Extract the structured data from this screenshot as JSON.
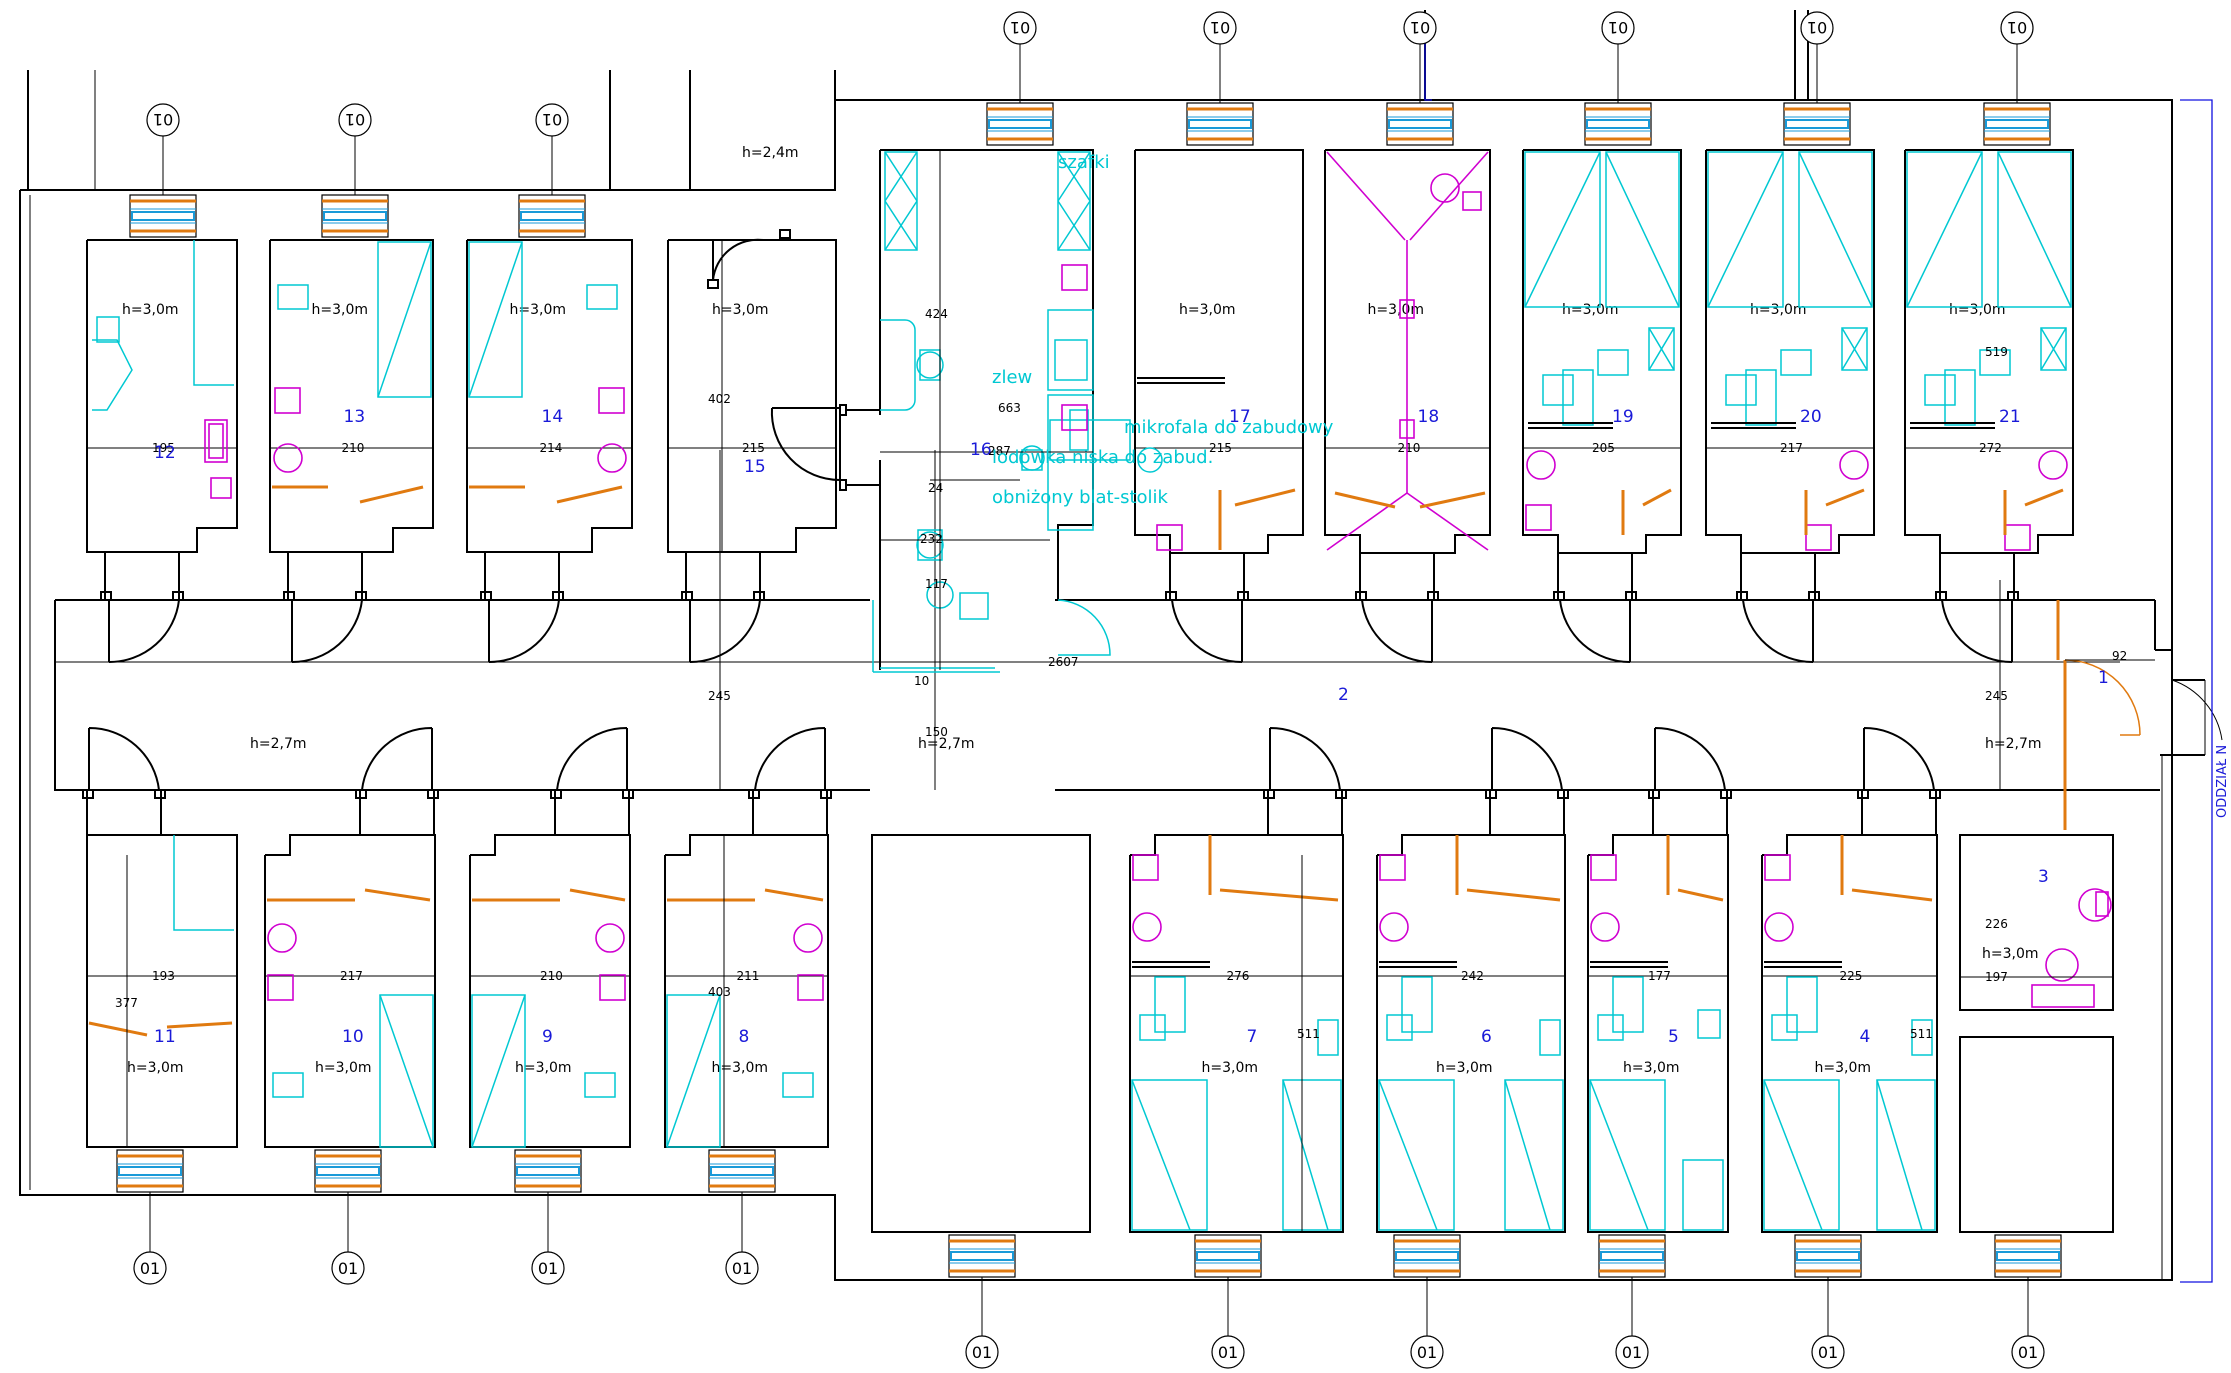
{
  "labels": {
    "window_tag": "01",
    "corridor_height": "h=2,7m",
    "room_height": "h=3,0m",
    "top_height": "h=2,4m",
    "corridor_number": "2",
    "department": "ODDZIAŁ N"
  },
  "kitchen_notes": [
    "szafki",
    "zlew",
    "mikrofala do zabudowy",
    "lodówka niska do zabud.",
    "obniżony blat-stolik"
  ],
  "top_rooms": [
    {
      "num": "12",
      "dim": "195"
    },
    {
      "num": "13",
      "dim": "210"
    },
    {
      "num": "14",
      "dim": "214"
    },
    {
      "num": "15",
      "dim": "215"
    },
    {
      "num": "16",
      "dim": "287"
    },
    {
      "num": "17",
      "dim": "215"
    },
    {
      "num": "18",
      "dim": "210"
    },
    {
      "num": "19",
      "dim": "205"
    },
    {
      "num": "20",
      "dim": "217"
    },
    {
      "num": "21",
      "dim": "272"
    }
  ],
  "bottom_rooms": [
    {
      "num": "11",
      "dim": "193"
    },
    {
      "num": "10",
      "dim": "217"
    },
    {
      "num": "9",
      "dim": "210"
    },
    {
      "num": "8",
      "dim": "211"
    },
    {
      "num": "7",
      "dim": "276"
    },
    {
      "num": "6",
      "dim": "242"
    },
    {
      "num": "5",
      "dim": "177"
    },
    {
      "num": "4",
      "dim": "225"
    },
    {
      "num": "3",
      "dim": "197"
    },
    {
      "num": "1",
      "dim": "92"
    }
  ],
  "dims": {
    "d402": "402",
    "d424": "424",
    "d663": "663",
    "d24": "24",
    "d232": "232",
    "d117": "117",
    "d10": "10",
    "d2607": "2607",
    "d245a": "245",
    "d245b": "245",
    "d150": "150",
    "d519": "519",
    "d377": "377",
    "d403": "403",
    "d511a": "511",
    "d511b": "511",
    "d226": "226"
  },
  "colors": {
    "wall": "#000000",
    "furniture": "#00c8d2",
    "sanitary": "#d000d0",
    "door_leaf": "#e07a10",
    "annotation": "#1010e0"
  }
}
